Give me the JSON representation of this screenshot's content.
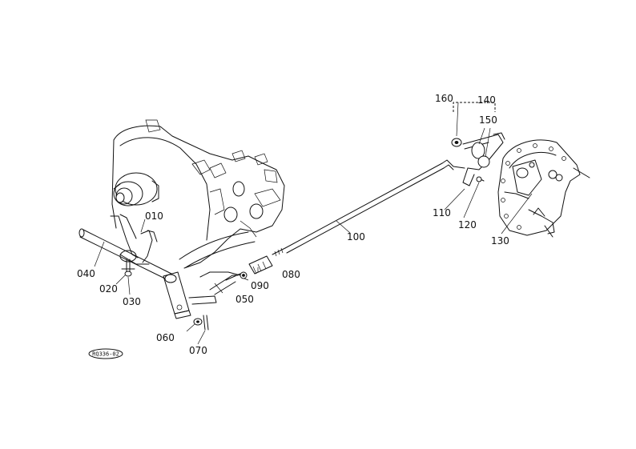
{
  "diagram": {
    "reference_code": "RQ336-02",
    "parts": [
      {
        "id": "010",
        "label": "010"
      },
      {
        "id": "020",
        "label": "020"
      },
      {
        "id": "030",
        "label": "030"
      },
      {
        "id": "040",
        "label": "040"
      },
      {
        "id": "050",
        "label": "050"
      },
      {
        "id": "060",
        "label": "060"
      },
      {
        "id": "070",
        "label": "070"
      },
      {
        "id": "080",
        "label": "080"
      },
      {
        "id": "090",
        "label": "090"
      },
      {
        "id": "100",
        "label": "100"
      },
      {
        "id": "110",
        "label": "110"
      },
      {
        "id": "120",
        "label": "120"
      },
      {
        "id": "130",
        "label": "130"
      },
      {
        "id": "140",
        "label": "140"
      },
      {
        "id": "150",
        "label": "150"
      },
      {
        "id": "160",
        "label": "160"
      }
    ]
  }
}
